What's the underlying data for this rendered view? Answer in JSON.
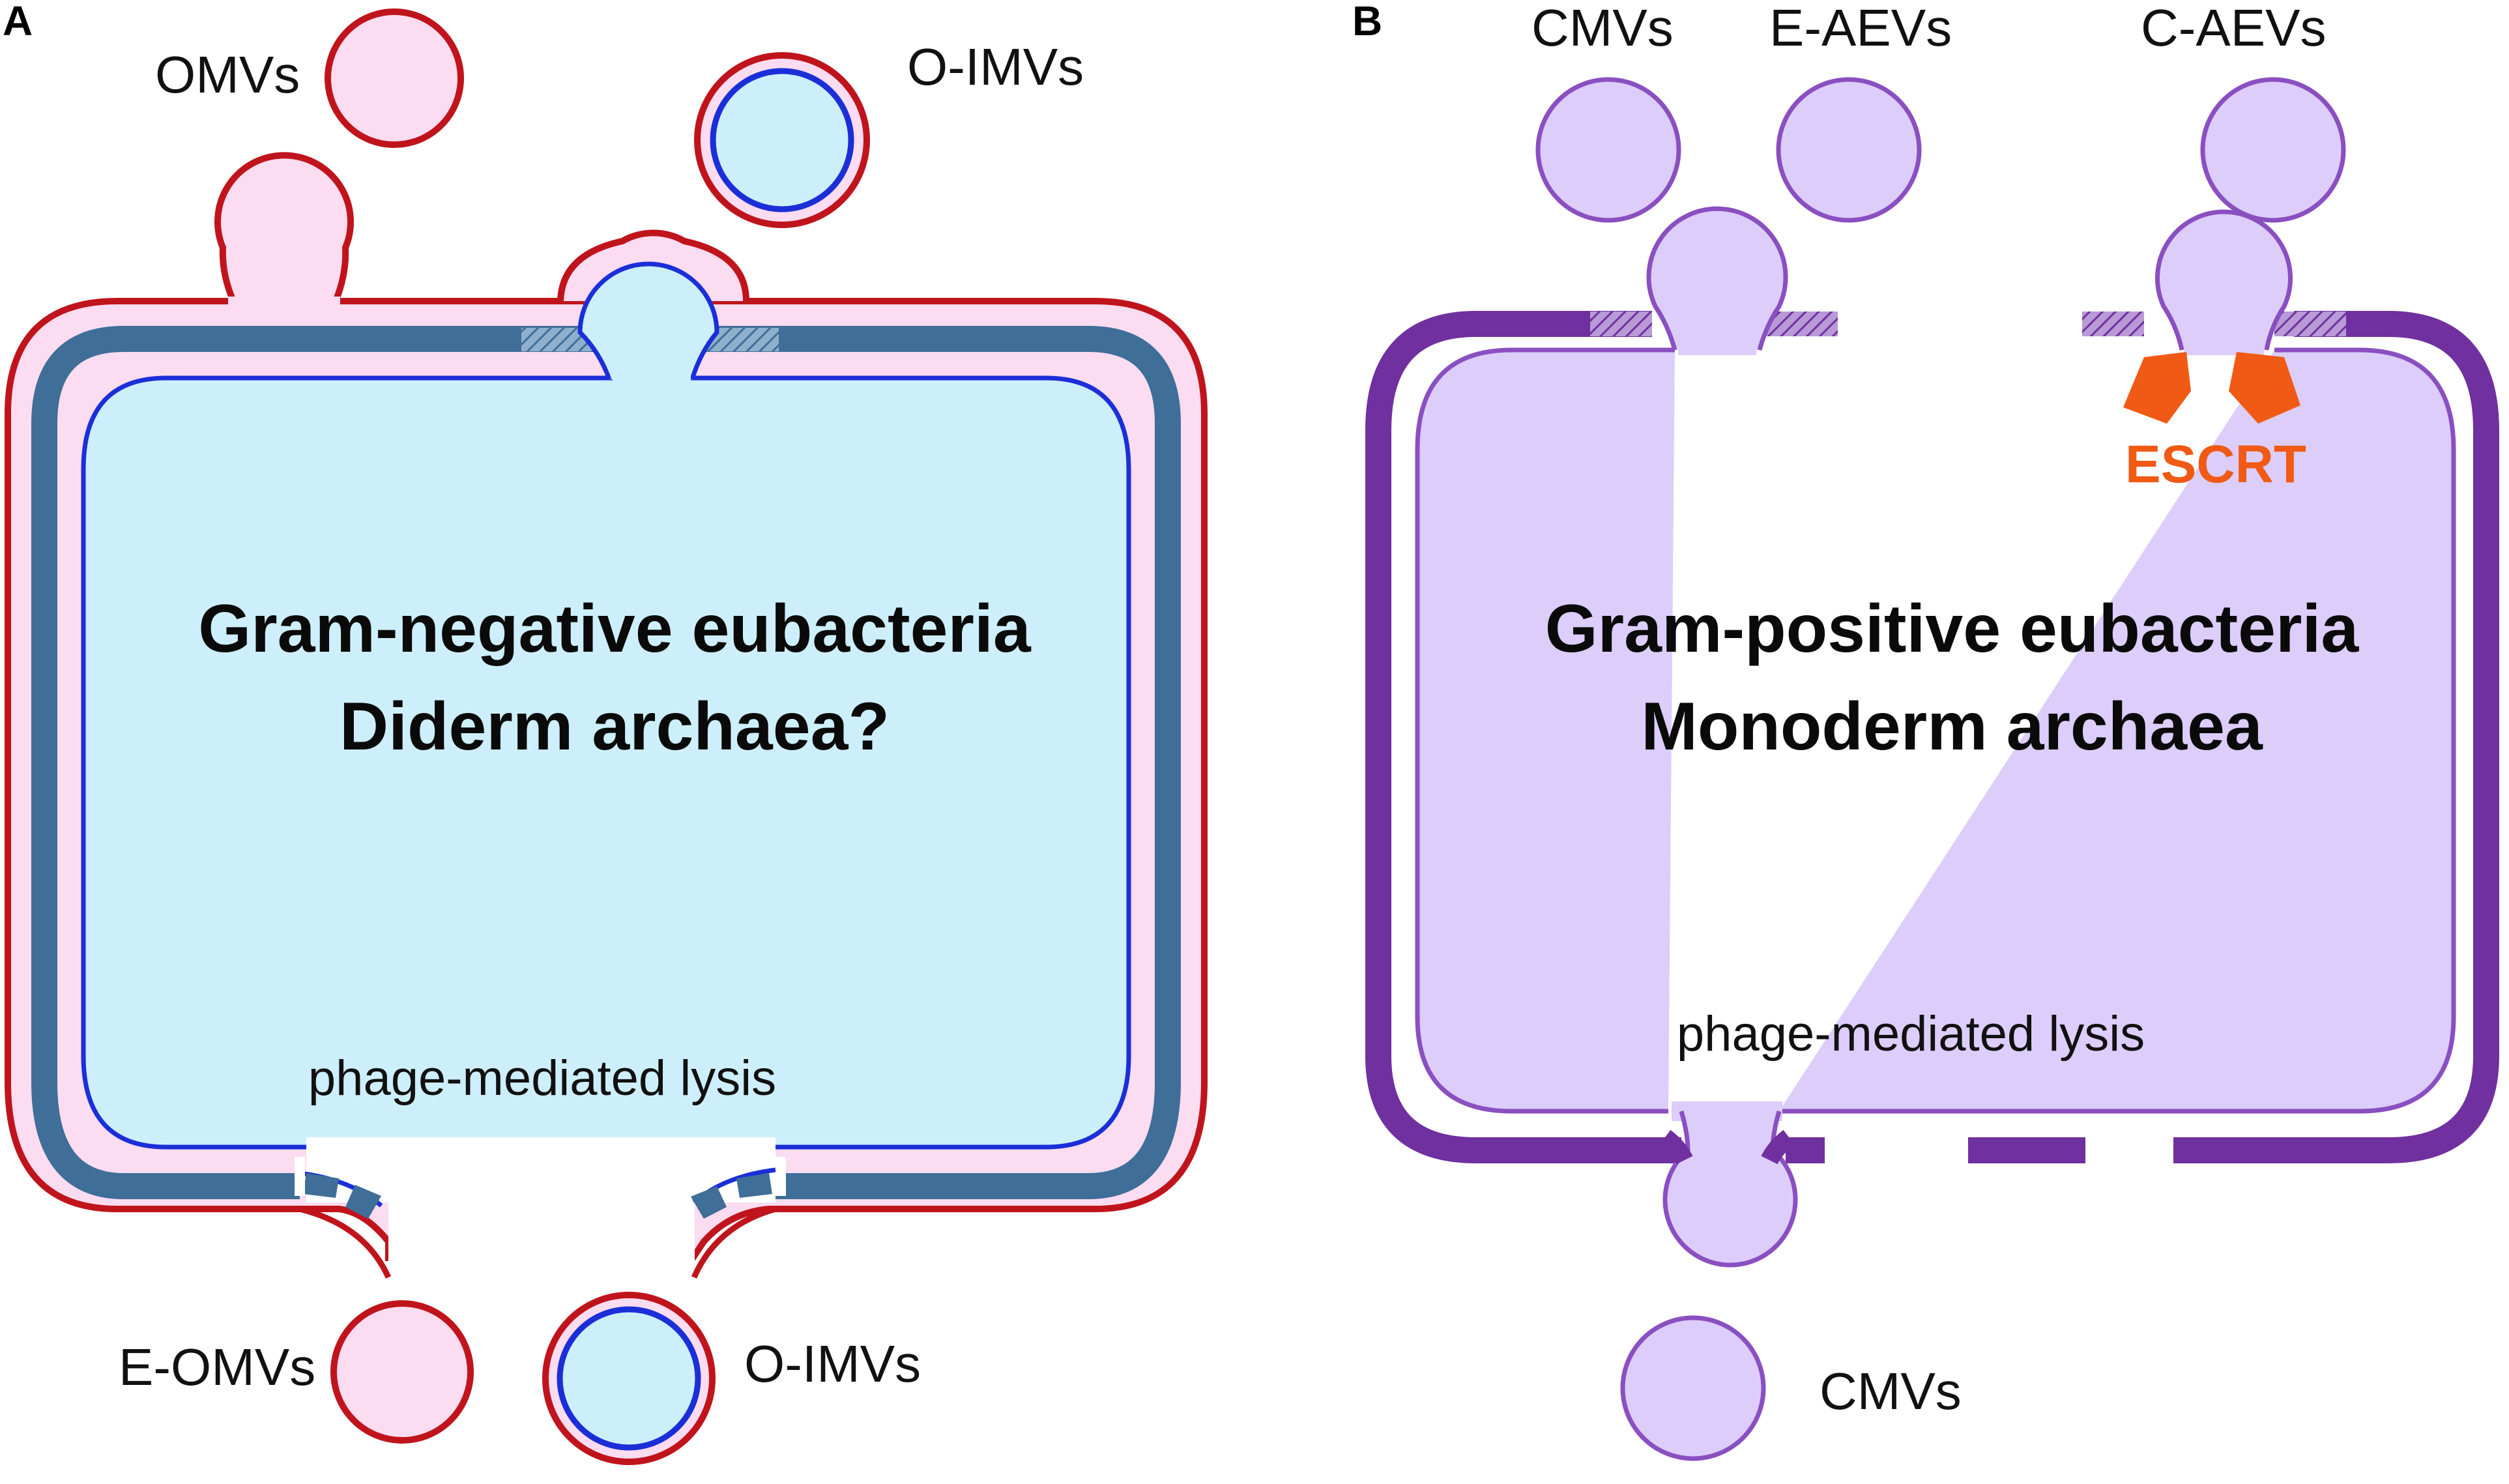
{
  "panel_a": {
    "letter": "A",
    "title_line1": "Gram-negative eubacteria",
    "title_line2": "Diderm archaea?",
    "labels": {
      "omvs": "OMVs",
      "o_imvs_top": "O-IMVs",
      "lysis": "phage-mediated lysis",
      "e_omvs": "E-OMVs",
      "o_imvs_bottom": "O-IMVs"
    }
  },
  "panel_b": {
    "letter": "B",
    "title_line1": "Gram-positive eubacteria",
    "title_line2": "Monoderm archaea",
    "labels": {
      "cmvs_top": "CMVs",
      "e_aevs": "E-AEVs",
      "c_aevs": "C-AEVs",
      "escrt": "ESCRT",
      "lysis": "phage-mediated lysis",
      "cmvs_bottom": "CMVs"
    }
  },
  "colors": {
    "outer_membrane": "#c0141c",
    "periplasm": "#fbdcf0",
    "cell_wall_a": "#3f6e98",
    "inner_membrane": "#1b2fd8",
    "cytoplasm_a": "#cdeffb",
    "cell_wall_b": "#7030a0",
    "membrane_b": "#8a4fc0",
    "cytoplasm_b": "#dccdfb",
    "escrt": "#f05a14"
  }
}
